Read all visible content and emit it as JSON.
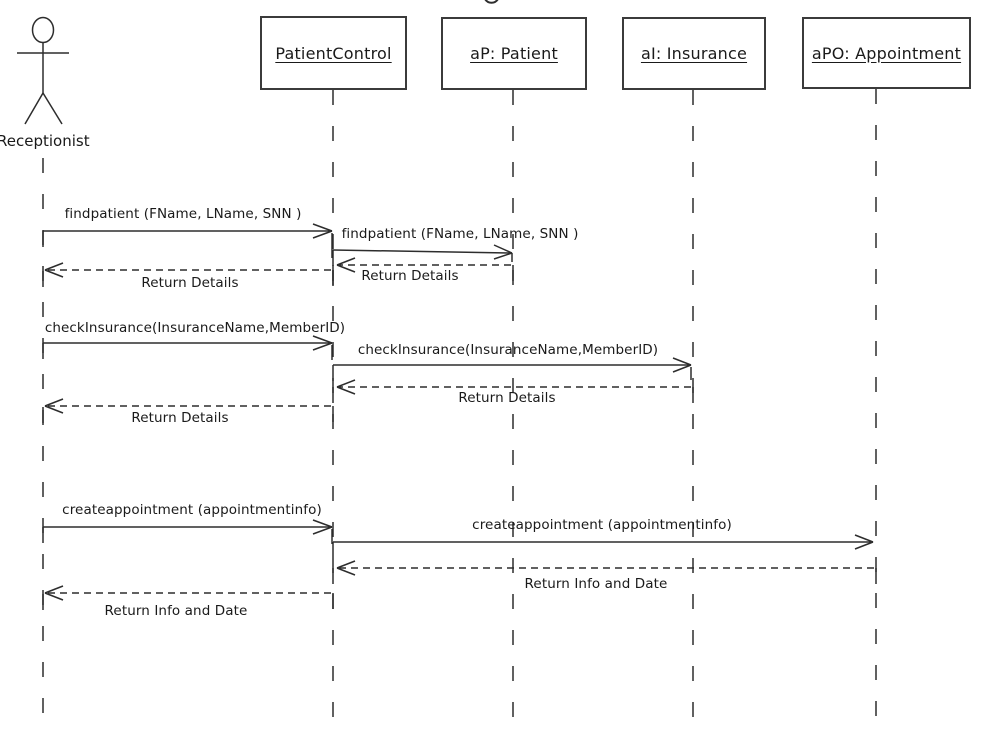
{
  "diagram": {
    "kind": "uml-sequence-diagram",
    "actor": {
      "label": "Receptionist"
    },
    "lifelines": [
      {
        "label": "PatientControl"
      },
      {
        "label": "aP: Patient"
      },
      {
        "label": "aI: Insurance"
      },
      {
        "label": "aPO: Appointment"
      }
    ],
    "messages": [
      {
        "label": "findpatient (FName, LName, SNN )",
        "type": "sync",
        "from": "Receptionist",
        "to": "PatientControl"
      },
      {
        "label": "findpatient (FName, LName, SNN )",
        "type": "sync",
        "from": "PatientControl",
        "to": "aP: Patient"
      },
      {
        "label": "Return Details",
        "type": "return",
        "from": "aP: Patient",
        "to": "PatientControl"
      },
      {
        "label": "Return Details",
        "type": "return",
        "from": "PatientControl",
        "to": "Receptionist"
      },
      {
        "label": "checkInsurance(InsuranceName,MemberID)",
        "type": "sync",
        "from": "Receptionist",
        "to": "PatientControl"
      },
      {
        "label": "checkInsurance(InsuranceName,MemberID)",
        "type": "sync",
        "from": "PatientControl",
        "to": "aI: Insurance"
      },
      {
        "label": "Return Details",
        "type": "return",
        "from": "aI: Insurance",
        "to": "PatientControl"
      },
      {
        "label": "Return Details",
        "type": "return",
        "from": "PatientControl",
        "to": "Receptionist"
      },
      {
        "label": "createappointment (appointmentinfo)",
        "type": "sync",
        "from": "Receptionist",
        "to": "PatientControl"
      },
      {
        "label": "createappointment (appointmentinfo)",
        "type": "sync",
        "from": "PatientControl",
        "to": "aPO: Appointment"
      },
      {
        "label": "Return Info and Date",
        "type": "return",
        "from": "aPO: Appointment",
        "to": "PatientControl"
      },
      {
        "label": "Return Info and Date",
        "type": "return",
        "from": "PatientControl",
        "to": "Receptionist"
      }
    ],
    "colors": {
      "line": "#2d2d2d",
      "text": "#1a1a1a",
      "background": "#ffffff"
    }
  }
}
